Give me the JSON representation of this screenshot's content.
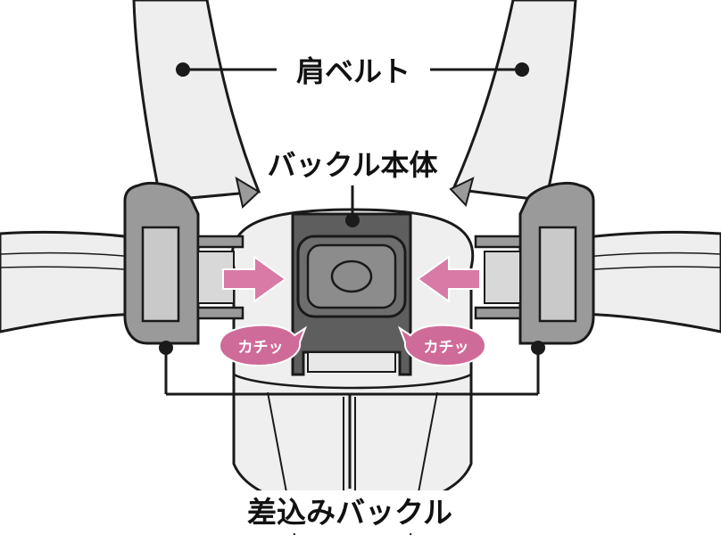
{
  "labels": {
    "shoulder_belt": "肩ベルト",
    "buckle_body": "バックル本体",
    "insert_buckle": "差込みバックル",
    "click_sound_left": "カチッ",
    "click_sound_right": "カチッ"
  },
  "colors": {
    "outline": "#1a1a1a",
    "belt_fill": "#eeeeee",
    "belt_shadow": "#d6d6d6",
    "tongue_fill": "#9a9a9a",
    "tongue_slot": "#c9c9c9",
    "buckle_body_fill": "#5e5e5e",
    "buckle_button_fill": "#8c8c8c",
    "arrow_fill": "#d97aa6",
    "bubble_fill": "#cf6b98"
  }
}
